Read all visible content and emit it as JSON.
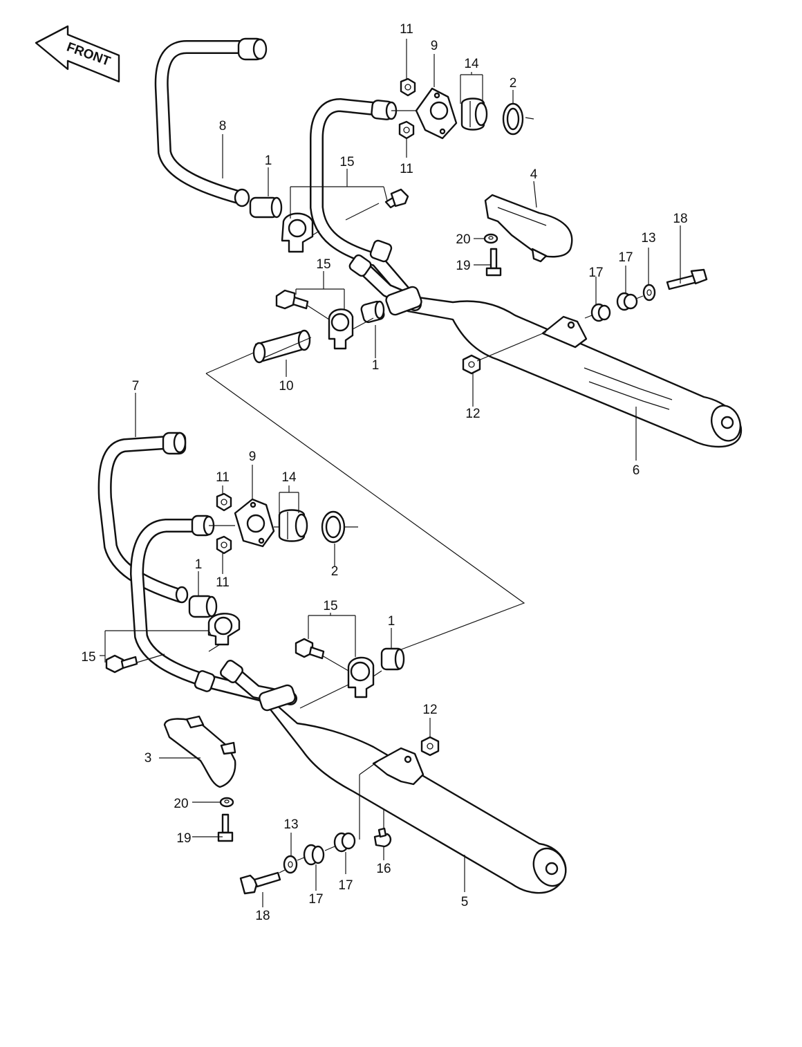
{
  "front_arrow": {
    "label": "FRONT"
  },
  "callouts": {
    "c1_a": "1",
    "c1_b": "1",
    "c1_c": "1",
    "c1_d": "1",
    "c2_a": "2",
    "c2_b": "2",
    "c3": "3",
    "c4": "4",
    "c5": "5",
    "c6": "6",
    "c7": "7",
    "c8": "8",
    "c9_a": "9",
    "c9_b": "9",
    "c10": "10",
    "c11_a": "11",
    "c11_b": "11",
    "c11_c": "11",
    "c11_d": "11",
    "c12_a": "12",
    "c12_b": "12",
    "c13_a": "13",
    "c13_b": "13",
    "c14_a": "14",
    "c14_b": "14",
    "c15_a": "15",
    "c15_b": "15",
    "c15_c": "15",
    "c15_d": "15",
    "c16": "16",
    "c17_a": "17",
    "c17_b": "17",
    "c17_c": "17",
    "c17_d": "17",
    "c18_a": "18",
    "c18_b": "18",
    "c19_a": "19",
    "c19_b": "19",
    "c20_a": "20",
    "c20_b": "20"
  }
}
